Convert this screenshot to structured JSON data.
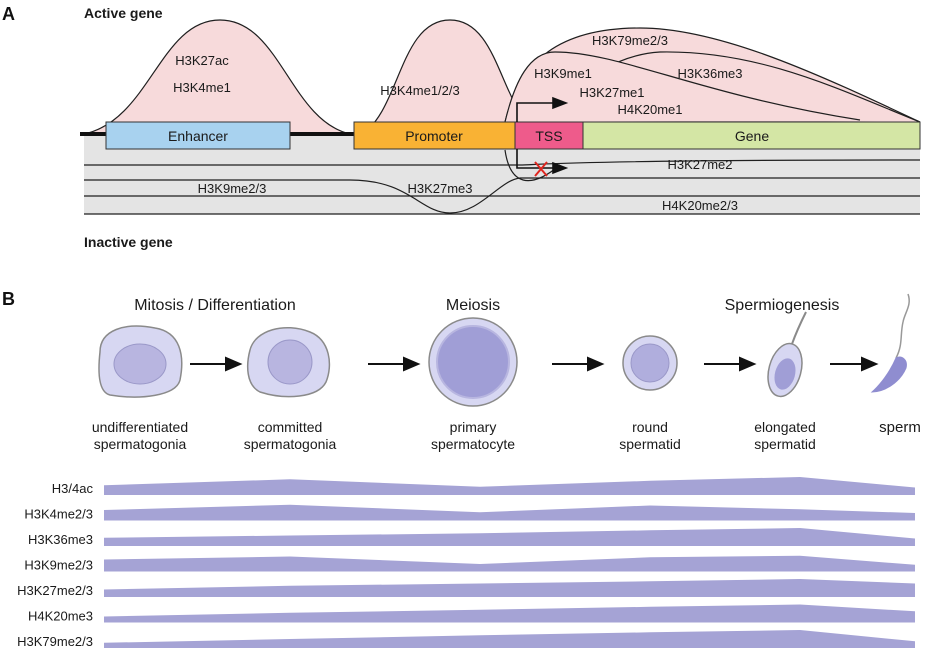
{
  "panel_a": {
    "letter": "A",
    "active_label": "Active gene",
    "inactive_label": "Inactive gene",
    "elements": {
      "enhancer": "Enhancer",
      "promoter": "Promoter",
      "tss": "TSS",
      "gene": "Gene"
    },
    "active_marks": {
      "enhancer_1": "H3K27ac",
      "enhancer_2": "H3K4me1",
      "promoter": "H3K4me1/2/3",
      "h3k79": "H3K79me2/3",
      "h3k36": "H3K36me3",
      "h3k9me1": "H3K9me1",
      "h3k27me1": "H3K27me1",
      "h4k20me1": "H4K20me1"
    },
    "inactive_marks": {
      "h3k27me2": "H3K27me2",
      "h3k9me23": "H3K9me2/3",
      "h3k27me3": "H3K27me3",
      "h4k20me23": "H4K20me2/3"
    },
    "colors": {
      "enhancer": "#a8d2ef",
      "promoter": "#f9b234",
      "tss": "#ee5b8b",
      "gene": "#d4e6a5",
      "peak": "#f7dadb",
      "inactive": "#e4e4e4",
      "block_mark": "#e0261f"
    }
  },
  "panel_b": {
    "letter": "B",
    "phases": {
      "mitosis": "Mitosis / Differentiation",
      "meiosis": "Meiosis",
      "spermiogenesis": "Spermiogenesis"
    },
    "cells": [
      {
        "line1": "undifferentiated",
        "line2": "spermatogonia"
      },
      {
        "line1": "committed",
        "line2": "spermatogonia"
      },
      {
        "line1": "primary",
        "line2": "spermatocyte"
      },
      {
        "line1": "round",
        "line2": "spermatid"
      },
      {
        "line1": "elongated",
        "line2": "spermatid"
      },
      {
        "line1": "sperm",
        "line2": ""
      }
    ],
    "tracks": [
      {
        "label": "H3/4ac",
        "levels": [
          0.45,
          0.85,
          0.35,
          0.75,
          1.0,
          0.3
        ]
      },
      {
        "label": "H3K4me2/3",
        "levels": [
          0.5,
          0.85,
          0.35,
          0.8,
          0.55,
          0.3
        ]
      },
      {
        "label": "H3K36me3",
        "levels": [
          0.35,
          0.5,
          0.65,
          0.85,
          1.0,
          0.3
        ]
      },
      {
        "label": "H3K9me2/3",
        "levels": [
          0.6,
          0.8,
          0.3,
          0.75,
          0.85,
          0.25
        ]
      },
      {
        "label": "H3K27me2/3",
        "levels": [
          0.3,
          0.55,
          0.7,
          0.85,
          1.0,
          0.7
        ]
      },
      {
        "label": "H4K20me3",
        "levels": [
          0.2,
          0.45,
          0.65,
          0.85,
          1.0,
          0.55
        ]
      },
      {
        "label": "H3K79me2/3",
        "levels": [
          0.15,
          0.4,
          0.65,
          0.85,
          1.0,
          0.25
        ]
      }
    ],
    "colors": {
      "track": "#a5a3d5",
      "cell": "#d7d7f2",
      "nucleus": "#a09ed6"
    }
  }
}
